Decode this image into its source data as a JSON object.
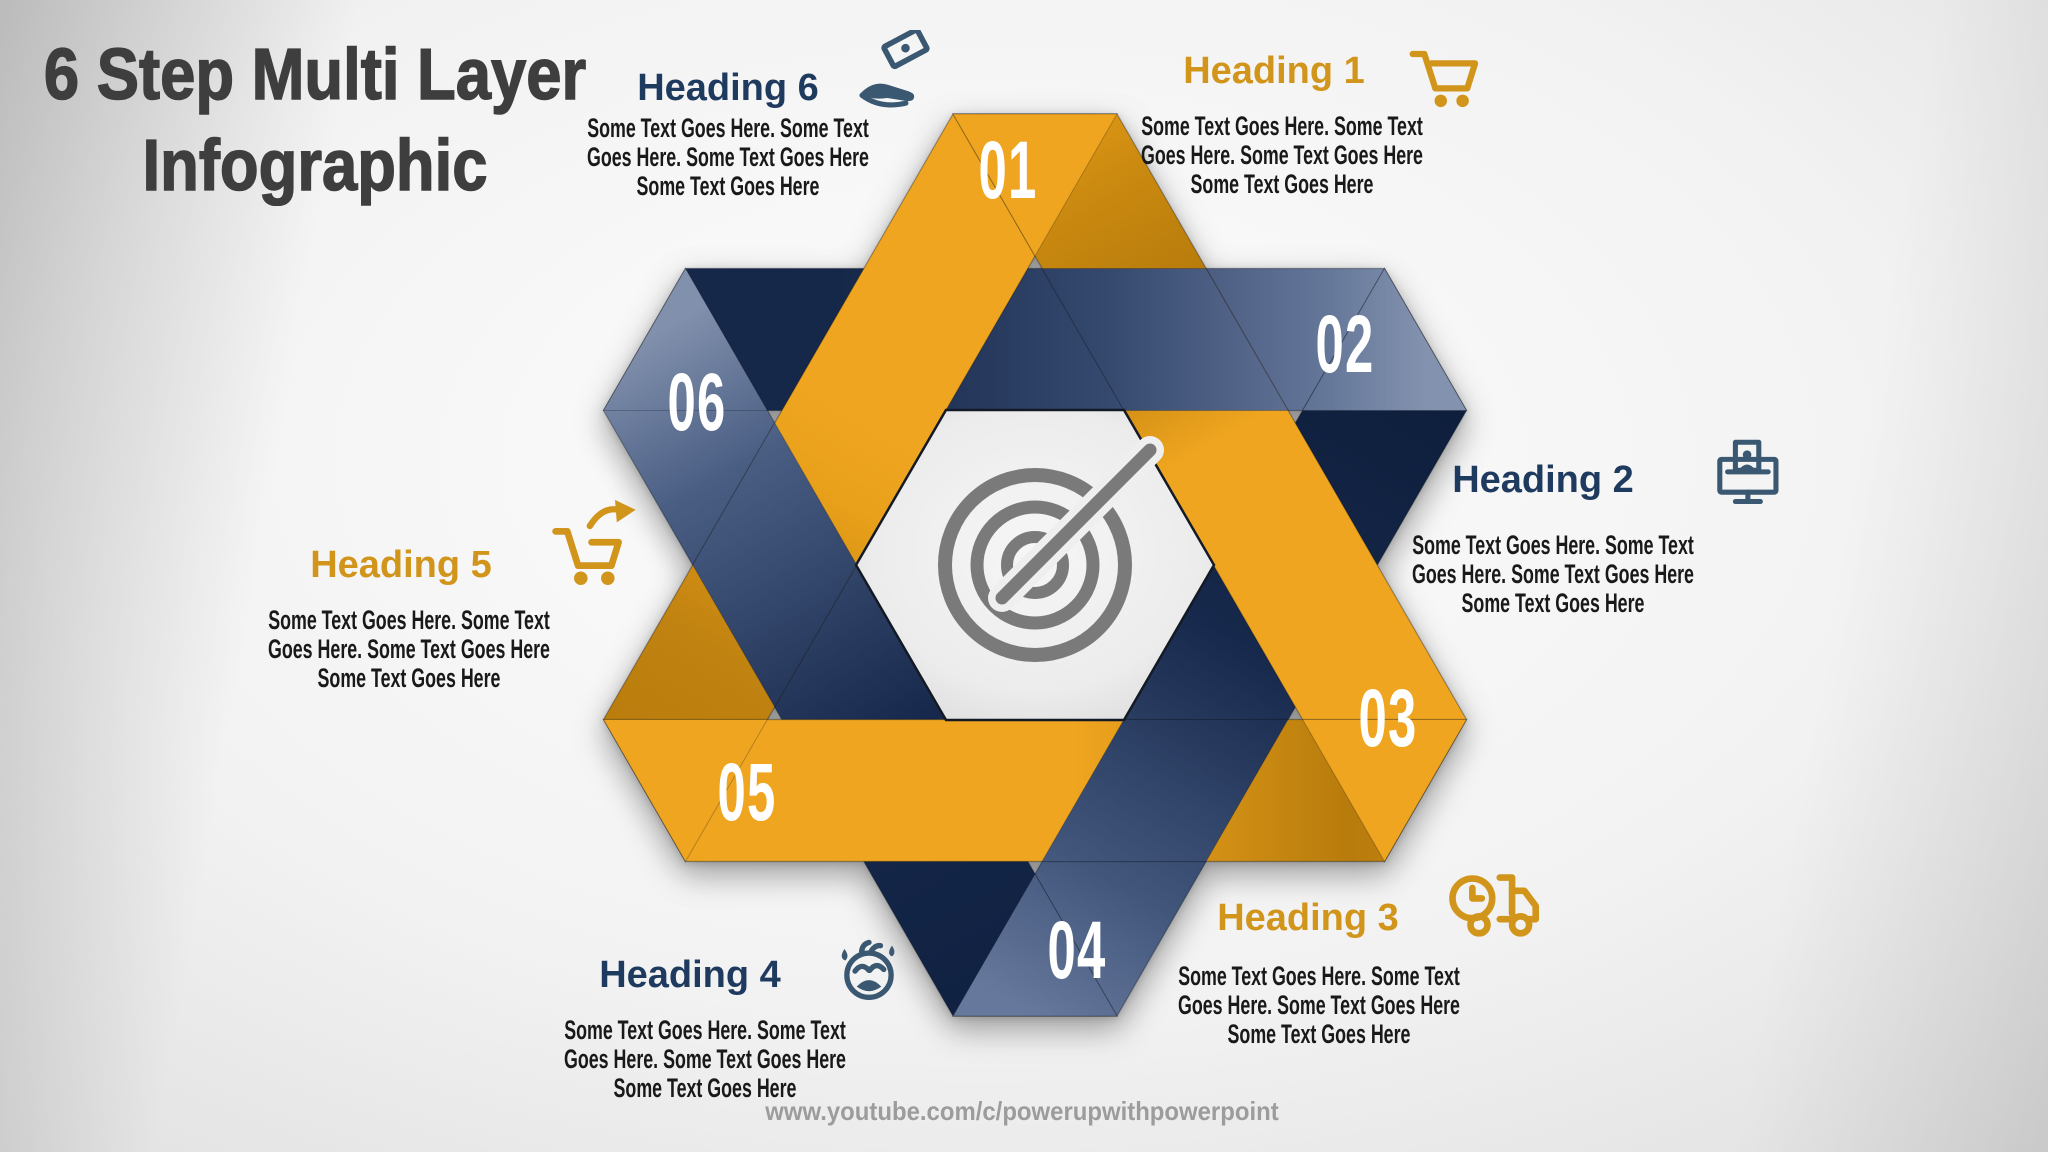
{
  "title": {
    "line1": "6 Step Multi Layer",
    "line2": "Infographic"
  },
  "center": {
    "icon": "target-icon"
  },
  "steps": [
    {
      "number": "01",
      "heading": "Heading 1",
      "icon": "shopping-cart-icon",
      "accent": "#D2951C",
      "text": [
        "Some Text Goes Here. Some Text",
        "Goes Here. Some Text Goes Here",
        "Some Text Goes Here"
      ]
    },
    {
      "number": "02",
      "heading": "Heading 2",
      "icon": "monitor-user-icon",
      "accent": "#1F3A5F",
      "text": [
        "Some Text Goes Here. Some Text",
        "Goes Here. Some Text Goes Here",
        "Some Text Goes Here"
      ]
    },
    {
      "number": "03",
      "heading": "Heading 3",
      "icon": "delivery-truck-clock-icon",
      "accent": "#D2951C",
      "text": [
        "Some Text Goes Here. Some Text",
        "Goes Here. Some Text Goes Here",
        "Some Text Goes Here"
      ]
    },
    {
      "number": "04",
      "heading": "Heading 4",
      "icon": "crying-baby-icon",
      "accent": "#1F3A5F",
      "text": [
        "Some Text Goes Here. Some Text",
        "Goes Here. Some Text Goes Here",
        "Some Text Goes Here"
      ]
    },
    {
      "number": "05",
      "heading": "Heading 5",
      "icon": "cart-arrow-icon",
      "accent": "#D2951C",
      "text": [
        "Some Text Goes Here. Some Text",
        "Goes Here. Some Text Goes Here",
        "Some Text Goes Here"
      ]
    },
    {
      "number": "06",
      "heading": "Heading 6",
      "icon": "hand-money-icon",
      "accent": "#1F3A5F",
      "text": [
        "Some Text Goes Here. Some Text",
        "Goes Here. Some Text Goes Here",
        "Some Text Goes Here"
      ]
    }
  ],
  "footer": {
    "url": "www.youtube.com/c/powerupwithpowerpoint"
  },
  "colors": {
    "gold": "#EFA51F",
    "gold_dark": "#B87C0C",
    "navy": "#16294B",
    "slate_light": "#8392AE",
    "heading_gold": "#D2951C",
    "heading_navy": "#1F3A5F",
    "body_text": "#191919",
    "title_text": "#3E3E3E",
    "footer_text": "#9C9C9C"
  }
}
